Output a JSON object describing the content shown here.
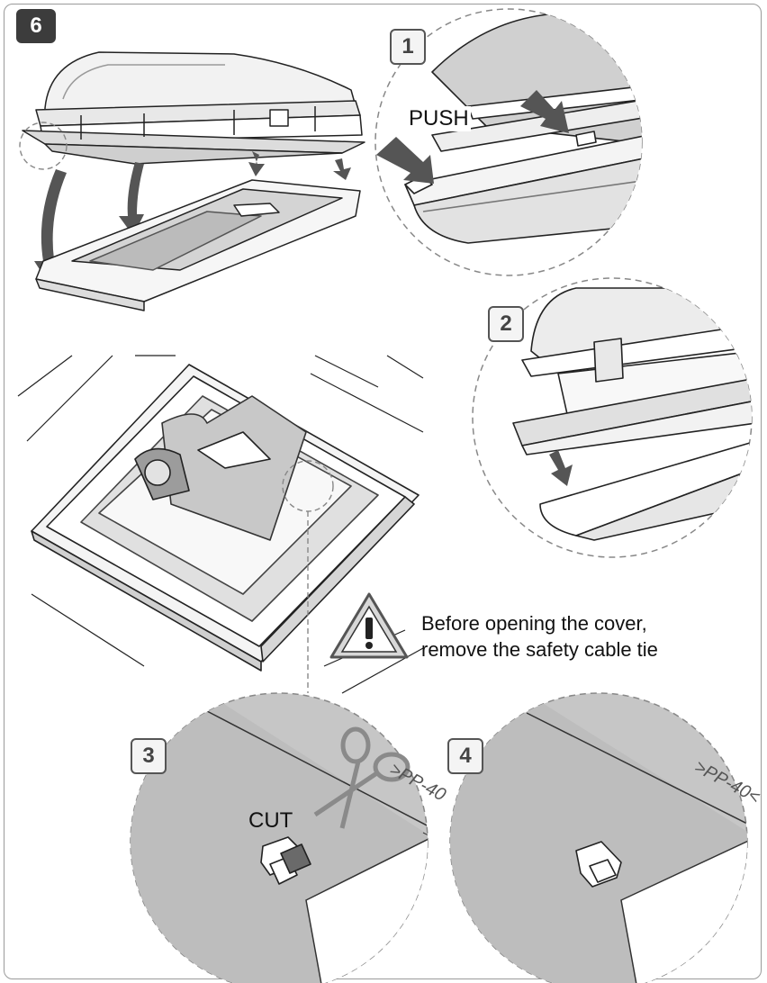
{
  "steps": {
    "main": "6",
    "step1": "1",
    "step2": "2",
    "step3": "3",
    "step4": "4"
  },
  "labels": {
    "push": "PUSH",
    "cut": "CUT"
  },
  "warning": {
    "line1": "Before opening the cover,",
    "line2": "remove the safety cable tie"
  },
  "embossed": {
    "text3": ">PP-40",
    "text4": ">PP-40<"
  },
  "colors": {
    "arrow": "#555555",
    "panel_gray": "#c8c8c8",
    "outline": "#222222",
    "badge_dark": "#3c3c3c"
  }
}
